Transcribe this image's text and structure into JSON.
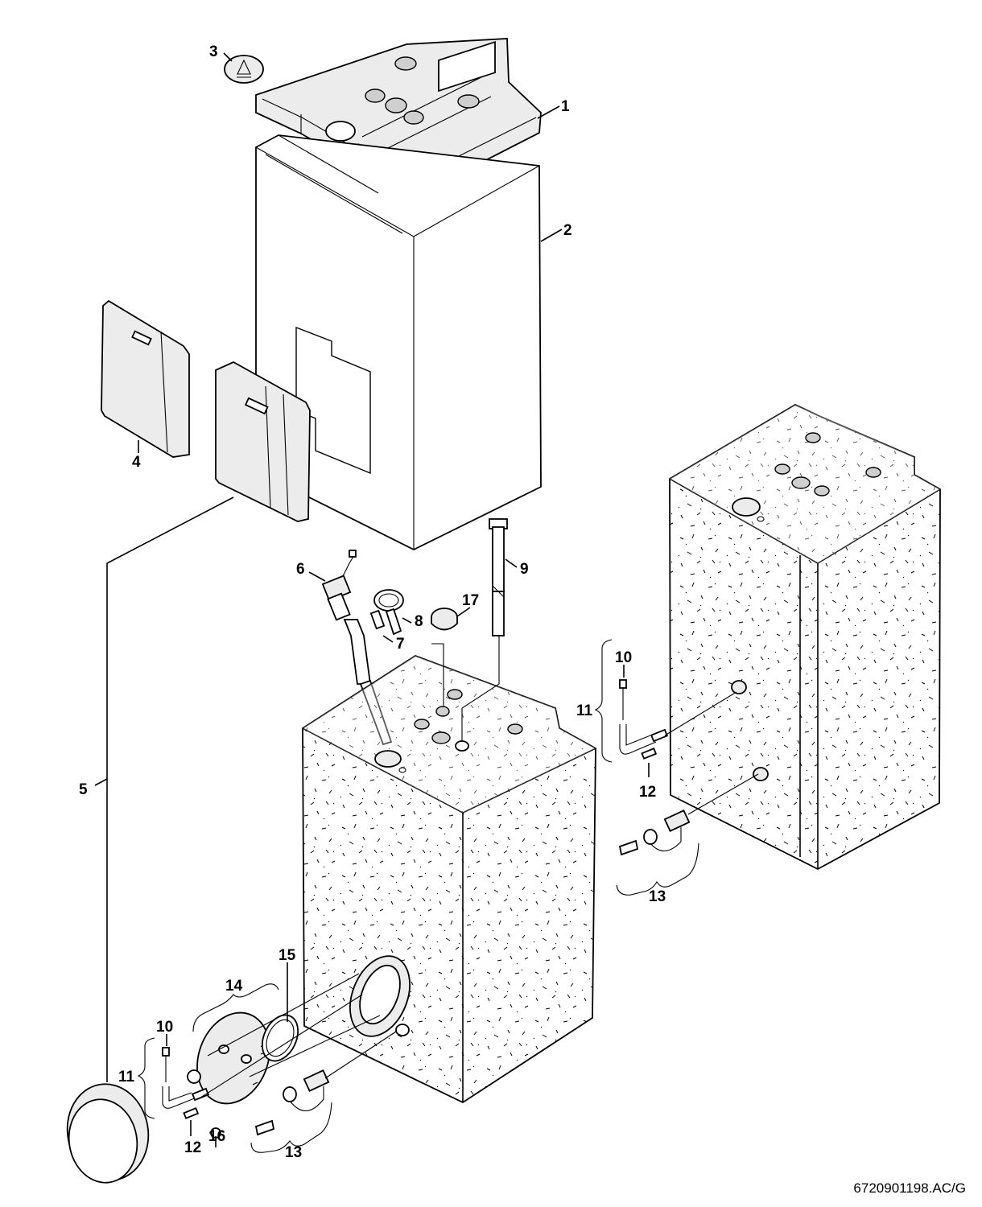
{
  "diagram": {
    "reference": "6720901198.AC/G",
    "callouts": {
      "c1": "1",
      "c2": "2",
      "c3": "3",
      "c4": "4",
      "c5": "5",
      "c6": "6",
      "c7": "7",
      "c8": "8",
      "c9": "9",
      "c17": "17",
      "c10a": "10",
      "c11a": "11",
      "c12a": "12",
      "c13a": "13",
      "c10b": "10",
      "c11b": "11",
      "c12b": "12",
      "c13b": "13",
      "c14": "14",
      "c15": "15",
      "c16": "16"
    }
  }
}
